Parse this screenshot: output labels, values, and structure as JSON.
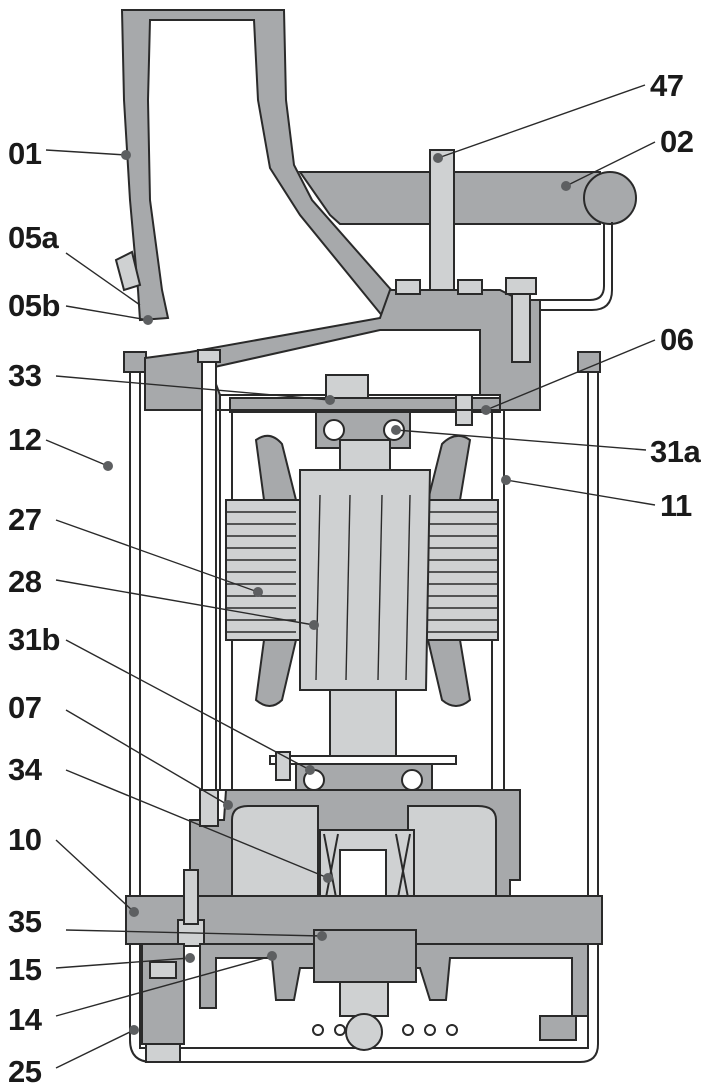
{
  "diagram": {
    "colors": {
      "housing": "#a7a9ab",
      "light_part": "#cfd1d2",
      "outline": "#2a2a2a",
      "background": "#ffffff"
    },
    "labels": [
      {
        "id": "01",
        "text": "01"
      },
      {
        "id": "05a",
        "text": "05a"
      },
      {
        "id": "05b",
        "text": "05b"
      },
      {
        "id": "33",
        "text": "33"
      },
      {
        "id": "12",
        "text": "12"
      },
      {
        "id": "27",
        "text": "27"
      },
      {
        "id": "28",
        "text": "28"
      },
      {
        "id": "31b",
        "text": "31b"
      },
      {
        "id": "07",
        "text": "07"
      },
      {
        "id": "34",
        "text": "34"
      },
      {
        "id": "10",
        "text": "10"
      },
      {
        "id": "35",
        "text": "35"
      },
      {
        "id": "15",
        "text": "15"
      },
      {
        "id": "14",
        "text": "14"
      },
      {
        "id": "25",
        "text": "25"
      },
      {
        "id": "47",
        "text": "47"
      },
      {
        "id": "02",
        "text": "02"
      },
      {
        "id": "06",
        "text": "06"
      },
      {
        "id": "31a",
        "text": "31a"
      },
      {
        "id": "11",
        "text": "11"
      }
    ]
  }
}
